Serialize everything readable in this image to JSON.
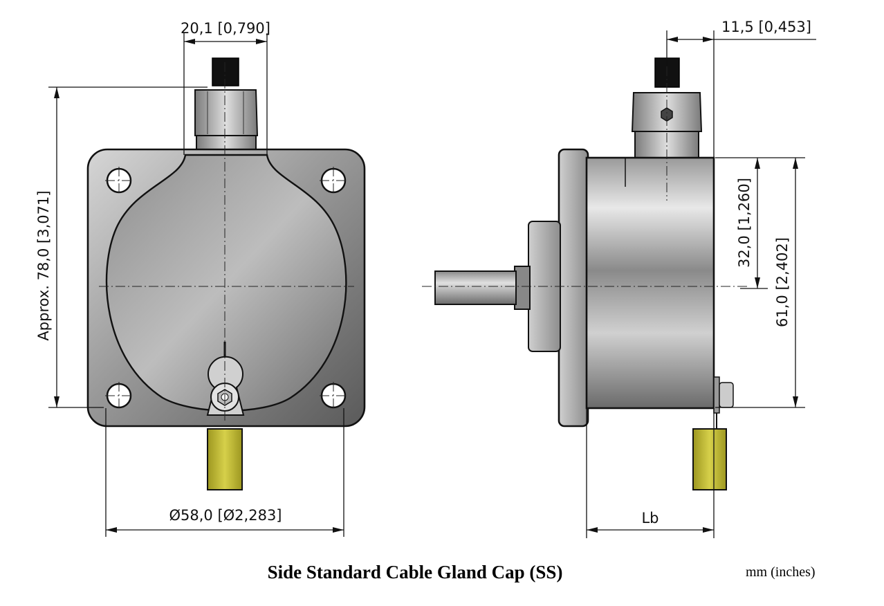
{
  "caption": "Side Standard Cable Gland Cap (SS)",
  "units_note": "mm (inches)",
  "dimensions": {
    "gland_width": "20,1 [0,790]",
    "gland_offset": "11,5 [0,453]",
    "overall_height": "Approx. 78,0 [3,071]",
    "flange_diameter": "Ø58,0 [Ø2,283]",
    "axis_to_gland": "32,0 [1,260]",
    "body_height": "61,0 [2,402]",
    "body_length": "Lb"
  },
  "colors": {
    "body_metal": "#a8a8a8",
    "cable_black": "#111111",
    "connector_yellow": "#c8c23a"
  }
}
